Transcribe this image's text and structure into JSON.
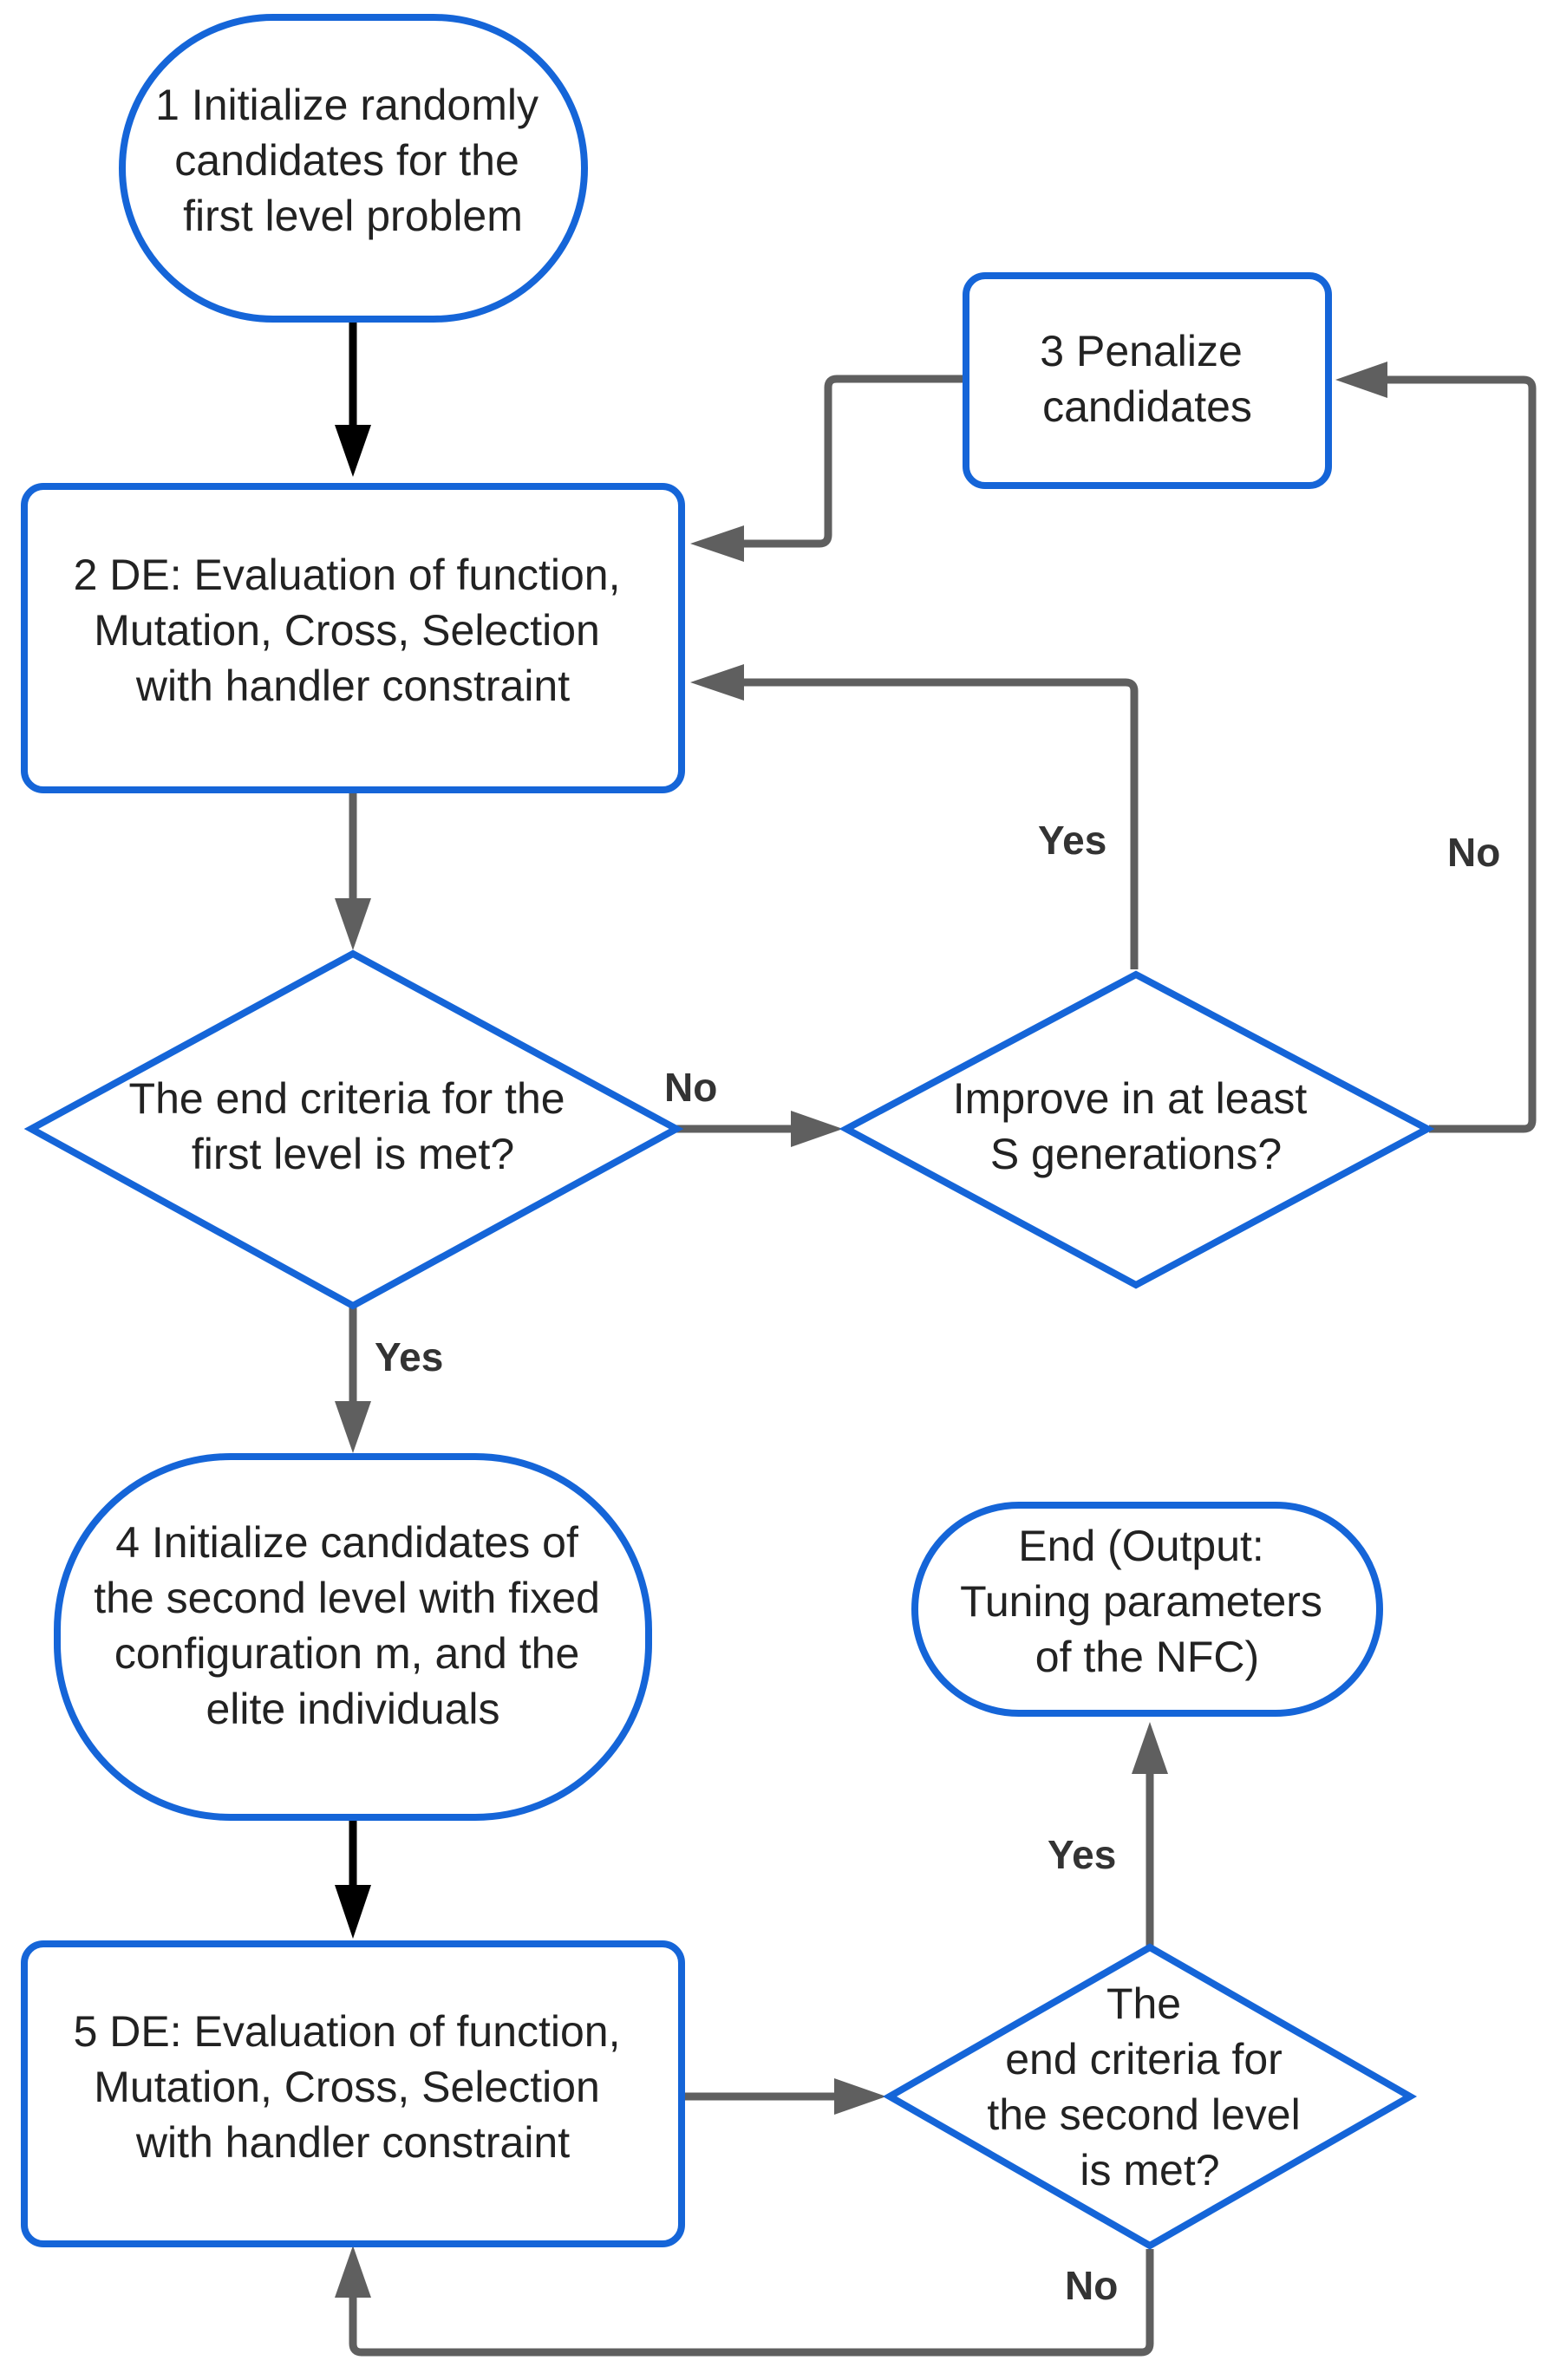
{
  "colors": {
    "node_border": "#1565d8",
    "edge_gray": "#5f5f5f",
    "edge_black": "#000000",
    "text": "#222222",
    "background": "#ffffff"
  },
  "nodes": {
    "n1": {
      "lines": [
        "1 Initialize randomly",
        "candidates for the",
        "first level problem"
      ]
    },
    "n2": {
      "lines": [
        "2 DE: Evaluation of function,",
        "Mutation, Cross, Selection",
        "with handler constraint"
      ]
    },
    "n3": {
      "lines": [
        "3 Penalize",
        "candidates"
      ]
    },
    "d1": {
      "lines": [
        "The end criteria for the",
        "first level is met?"
      ]
    },
    "d2": {
      "lines": [
        "Improve in at least",
        "S generations?"
      ]
    },
    "n4": {
      "lines": [
        "4 Initialize candidates of",
        "the second level with fixed",
        "configuration m, and the",
        "elite individuals"
      ]
    },
    "end": {
      "lines": [
        "End (Output:",
        "Tuning parameters",
        "of the NFC)"
      ]
    },
    "n5": {
      "lines": [
        "5 DE: Evaluation of function,",
        "Mutation, Cross, Selection",
        "with handler constraint"
      ]
    },
    "d3": {
      "lines": [
        "The",
        "end criteria for",
        "the second level",
        "is met?"
      ]
    }
  },
  "edge_labels": {
    "d1_no": "No",
    "d1_yes": "Yes",
    "d2_yes": "Yes",
    "d2_no": "No",
    "d3_yes": "Yes",
    "d3_no": "No"
  }
}
